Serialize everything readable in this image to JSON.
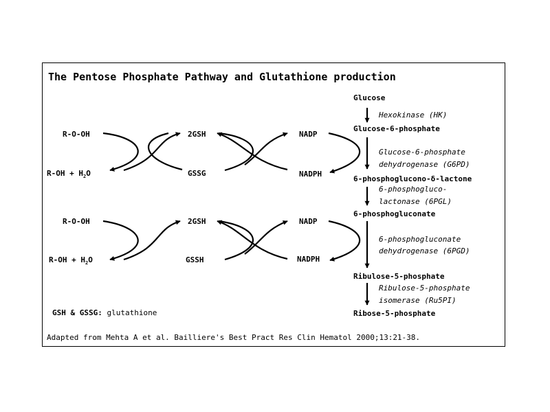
{
  "title": "The Pentose Phosphate Pathway and Glutathione production",
  "cycle_top": {
    "peroxide": "R-O-OH",
    "alcohol_prefix": "R-OH + H",
    "water_subscript": "2",
    "water_suffix": "O",
    "reduced_glutathione": "2GSH",
    "oxidized_glutathione": "GSSG",
    "nadp": "NADP",
    "nadph": "NADPH"
  },
  "cycle_bottom": {
    "peroxide": "R-O-OH",
    "alcohol_prefix": "R-OH + H",
    "water_subscript": "2",
    "water_suffix": "O",
    "reduced_glutathione": "2GSH",
    "oxidized_glutathione": "GSSH",
    "nadp": "NADP",
    "nadph": "NADPH"
  },
  "pathway": {
    "glucose": "Glucose",
    "hexokinase": "Hexokinase (HK)",
    "glucose_6_phosphate": "Glucose-6-phosphate",
    "g6pd_line1": "Glucose-6-phosphate",
    "g6pd_line2": "dehydrogenase (G6PD)",
    "lactone": "6-phosphoglucono-δ-lactone",
    "pgl_line1": "6-phosphogluco-",
    "pgl_line2": "lactonase (6PGL)",
    "gluconate": "6-phosphogluconate",
    "pgd_line1": "6-phosphogluconate",
    "pgd_line2": "dehydrogenase (6PGD)",
    "ribulose": "Ribulose-5-phosphate",
    "rpi_line1": "Ribulose-5-phosphate",
    "rpi_line2": "isomerase (Ru5PI)",
    "ribose": "Ribose-5-phosphate"
  },
  "legend": {
    "term": "GSH & GSSG:",
    "definition": "glutathione"
  },
  "citation": "Adapted from Mehta A et al. Bailliere's Best Pract Res Clin Hematol 2000;13:21-38."
}
